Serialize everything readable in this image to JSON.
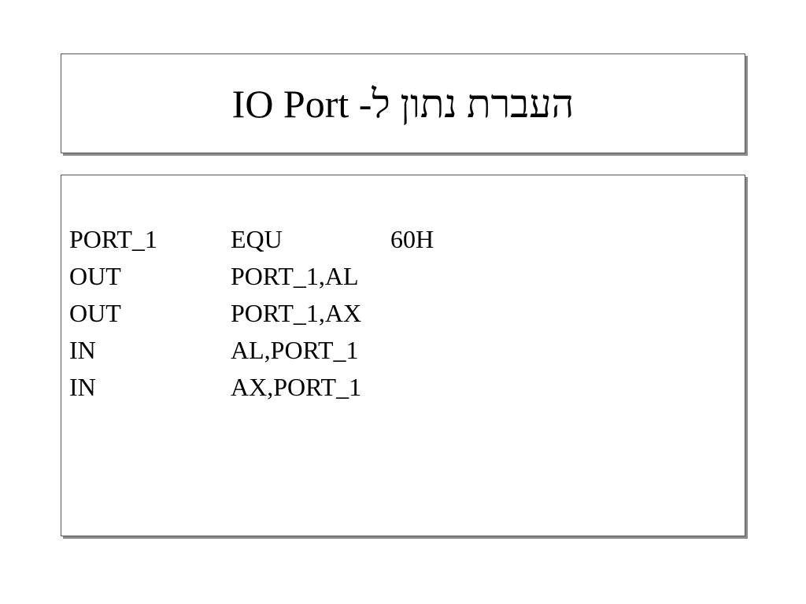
{
  "slide": {
    "title": "העברת נתון ל- IO Port",
    "lines": [
      {
        "mnemonic": "PORT_1",
        "operand": "EQU",
        "value": "60H"
      },
      {
        "mnemonic": "OUT",
        "operand": "PORT_1,AL",
        "value": ""
      },
      {
        "mnemonic": "OUT",
        "operand": "PORT_1,AX",
        "value": ""
      },
      {
        "mnemonic": "IN",
        "operand": "AL,PORT_1",
        "value": ""
      },
      {
        "mnemonic": "IN",
        "operand": "AX,PORT_1",
        "value": ""
      }
    ]
  }
}
